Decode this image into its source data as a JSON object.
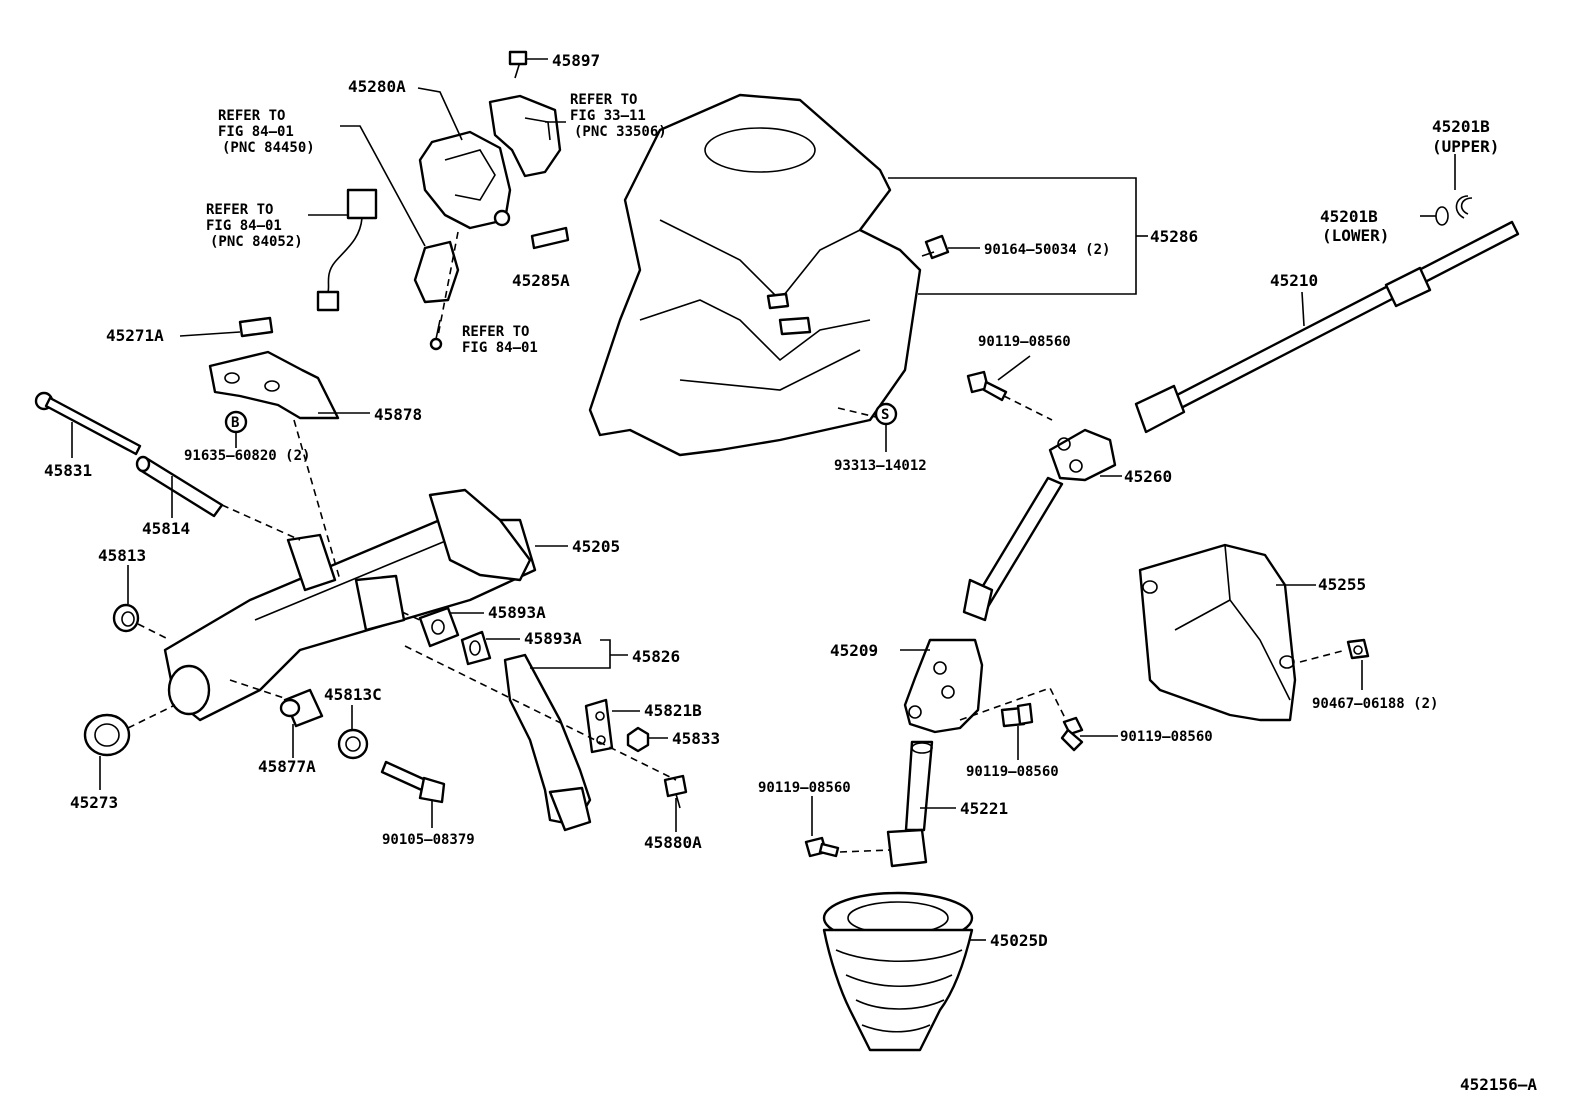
{
  "figure_id": "452156–A",
  "labels": {
    "p45897": "45897",
    "p45280A": "45280A",
    "refer_3311_line1": "REFER TO",
    "refer_3311_line2": "FIG 33–11",
    "refer_3311_line3": "(PNC 33506)",
    "refer_84450_line1": "REFER TO",
    "refer_84450_line2": "FIG 84–01",
    "refer_84450_line3": "(PNC 84450)",
    "refer_84052_line1": "REFER TO",
    "refer_84052_line2": "FIG 84–01",
    "refer_84052_line3": "(PNC 84052)",
    "p45285A": "45285A",
    "refer_8401_line1": "REFER TO",
    "refer_8401_line2": "FIG 84–01",
    "p45271A": "45271A",
    "p45878": "45878",
    "b_marker": "B",
    "p91635": "91635–60820 (2)",
    "p45831": "45831",
    "p45814": "45814",
    "p45205": "45205",
    "p45813": "45813",
    "p45893A_1": "45893A",
    "p45893A_2": "45893A",
    "p45826": "45826",
    "p45821B": "45821B",
    "p45833": "45833",
    "p45813C": "45813C",
    "p45877A": "45877A",
    "p45273": "45273",
    "p90105": "90105–08379",
    "p45880A": "45880A",
    "p45286": "45286",
    "p90164": "90164–50034 (2)",
    "s_marker": "S",
    "p93313": "93313–14012",
    "p90119_top": "90119–08560",
    "p45260": "45260",
    "p45201B_upper": "45201B",
    "upper": "(UPPER)",
    "p45201B_lower": "45201B",
    "lower": "(LOWER)",
    "p45210": "45210",
    "p45255": "45255",
    "p90467": "90467–06188 (2)",
    "p45209": "45209",
    "p90119_mid": "90119–08560",
    "p90119_right": "90119–08560",
    "p90119_left": "90119–08560",
    "p45221": "45221",
    "p45025D": "45025D"
  }
}
